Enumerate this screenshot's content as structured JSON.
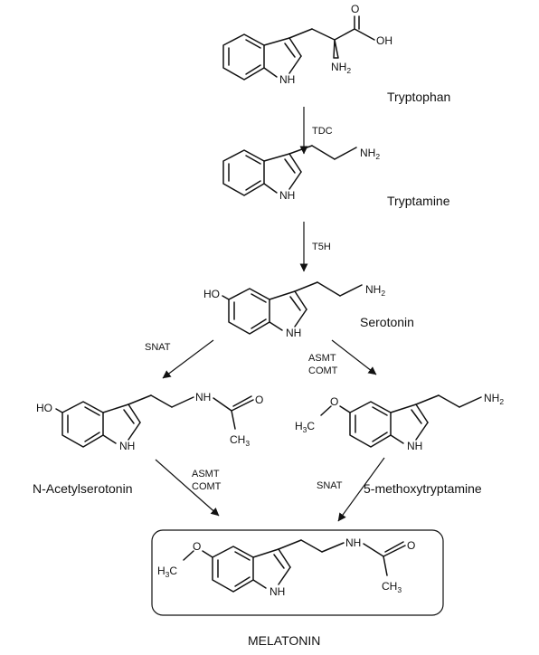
{
  "compounds": {
    "tryptophan": "Tryptophan",
    "tryptamine": "Tryptamine",
    "serotonin": "Serotonin",
    "n_acetylserotonin": "N-Acetylserotonin",
    "methoxytryptamine": "5-methoxytryptamine",
    "melatonin": "MELATONIN"
  },
  "enzymes": {
    "tdc": "TDC",
    "t5h": "T5H",
    "snat_left": "SNAT",
    "asmt_middle": "ASMT",
    "comt_middle": "COMT",
    "asmt_lower": "ASMT",
    "comt_lower": "COMT",
    "snat_right": "SNAT"
  },
  "atoms": {
    "nh": "NH",
    "oh": "OH",
    "o": "O",
    "ho": "HO",
    "nh2": "NH",
    "h3c": "H",
    "c_methyl": "C",
    "ch3": "CH",
    "sub2": "2",
    "sub3": "3"
  }
}
